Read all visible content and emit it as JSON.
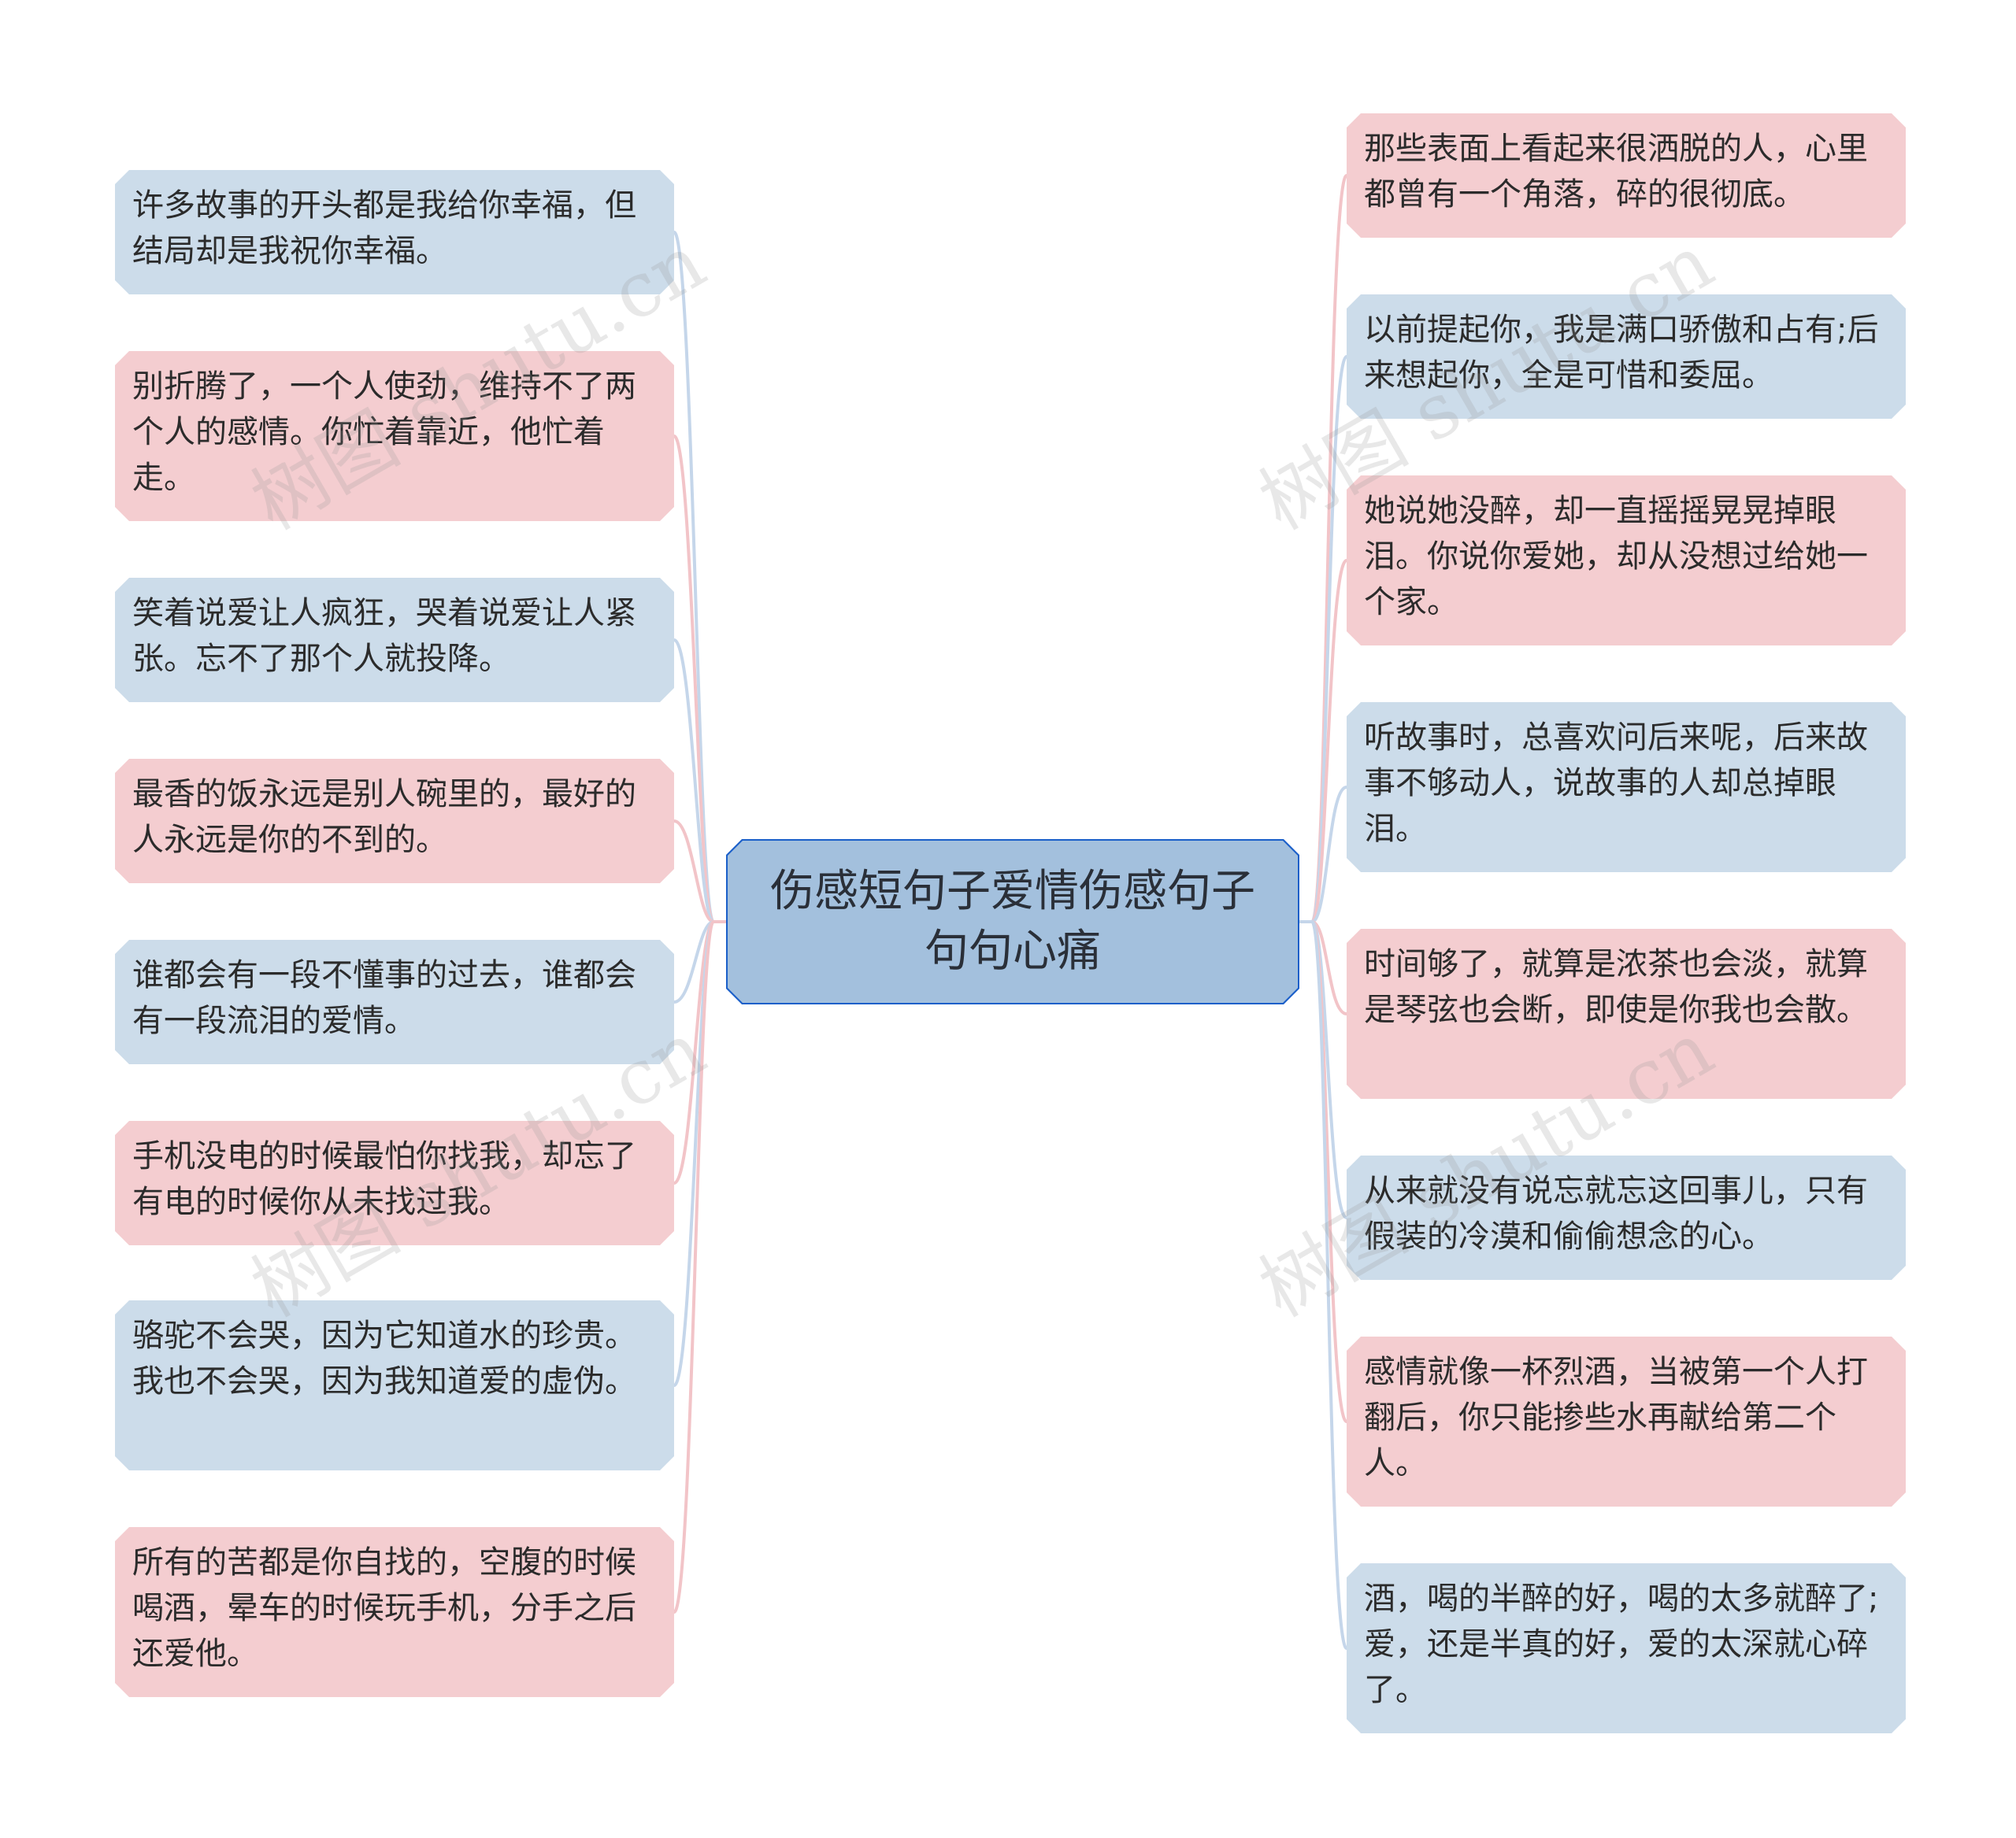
{
  "center": {
    "title": "伤感短句子爱情伤感句子句句心痛"
  },
  "left_nodes": [
    {
      "text": "许多故事的开头都是我给你幸福，但结局却是我祝你幸福。",
      "color": "blue"
    },
    {
      "text": "别折腾了，一个人使劲，维持不了两个人的感情。你忙着靠近，他忙着走。",
      "color": "pink"
    },
    {
      "text": "笑着说爱让人疯狂，哭着说爱让人紧张。忘不了那个人就投降。",
      "color": "blue"
    },
    {
      "text": "最香的饭永远是别人碗里的，最好的人永远是你的不到的。",
      "color": "pink"
    },
    {
      "text": "谁都会有一段不懂事的过去，谁都会有一段流泪的爱情。",
      "color": "blue"
    },
    {
      "text": "手机没电的时候最怕你找我，却忘了有电的时候你从未找过我。",
      "color": "pink"
    },
    {
      "text": "骆驼不会哭，因为它知道水的珍贵。我也不会哭，因为我知道爱的虚伪。",
      "color": "blue"
    },
    {
      "text": "所有的苦都是你自找的，空腹的时候喝酒，晕车的时候玩手机，分手之后还爱他。",
      "color": "pink"
    }
  ],
  "right_nodes": [
    {
      "text": "那些表面上看起来很洒脱的人，心里都曾有一个角落，碎的很彻底。",
      "color": "pink"
    },
    {
      "text": "以前提起你，我是满口骄傲和占有;后来想起你，全是可惜和委屈。",
      "color": "blue"
    },
    {
      "text": "她说她没醉，却一直摇摇晃晃掉眼泪。你说你爱她，却从没想过给她一个家。",
      "color": "pink"
    },
    {
      "text": "听故事时，总喜欢问后来呢，后来故事不够动人，说故事的人却总掉眼泪。",
      "color": "blue"
    },
    {
      "text": "时间够了，就算是浓茶也会淡，就算是琴弦也会断，即使是你我也会散。",
      "color": "pink"
    },
    {
      "text": "从来就没有说忘就忘这回事儿，只有假装的冷漠和偷偷想念的心。",
      "color": "blue"
    },
    {
      "text": "感情就像一杯烈酒，当被第一个人打翻后，你只能掺些水再献给第二个人。",
      "color": "pink"
    },
    {
      "text": "酒，喝的半醉的好，喝的太多就醉了;爱，还是半真的好，爱的太深就心碎了。",
      "color": "blue"
    }
  ],
  "colors": {
    "blue_node": "#ccdcea",
    "pink_node": "#f4cdd0",
    "blue_link": "#c5d6ea",
    "pink_link": "#f2c4c8",
    "center_fill": "#a3c0dd",
    "center_border": "#1a5fc9"
  },
  "watermarks": [
    "树图 shutu.cn",
    "树图 shutu.cn",
    "树图 shutu.cn",
    "树图 shutu.cn"
  ]
}
